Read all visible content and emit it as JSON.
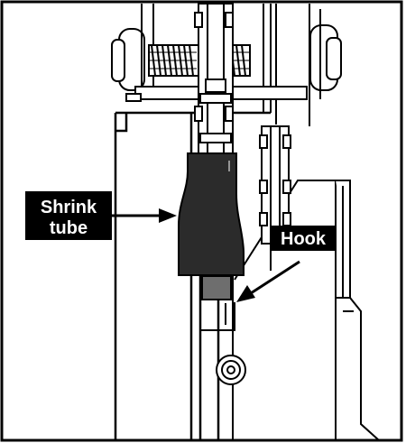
{
  "diagram": {
    "colors": {
      "line": "#000000",
      "background": "#ffffff",
      "tube": "#2b2b2b",
      "hook": "#6e6e6e",
      "label_bg": "#000000",
      "label_text": "#ffffff"
    },
    "labels": {
      "shrink_tube_line1": "Shrink",
      "shrink_tube_line2": "tube",
      "hook": "Hook"
    }
  }
}
